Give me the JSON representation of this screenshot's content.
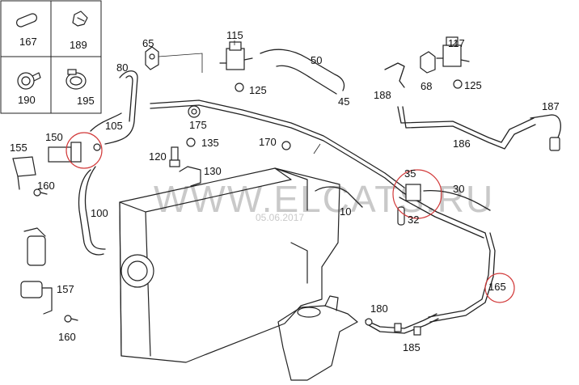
{
  "watermark": {
    "text": "WWW.ELCATS.RU",
    "date": "05.06.2017"
  },
  "legend_cells": {
    "c167": "167",
    "c189": "189",
    "c190": "190",
    "c195": "195"
  },
  "callouts": {
    "p65": "65",
    "p115": "115",
    "p117": "117",
    "p80": "80",
    "p50": "50",
    "p125a": "125",
    "p125b": "125",
    "p68": "68",
    "p45": "45",
    "p188": "188",
    "p187": "187",
    "p105": "105",
    "p175": "175",
    "p150": "150",
    "p155": "155",
    "p135": "135",
    "p120": "120",
    "p170": "170",
    "p186": "186",
    "p130": "130",
    "p160a": "160",
    "p35": "35",
    "p30": "30",
    "p10": "10",
    "p32": "32",
    "p100": "100",
    "p157": "157",
    "p165": "165",
    "p180": "180",
    "p160b": "160",
    "p185": "185"
  },
  "highlight_color": "#d23a3a"
}
